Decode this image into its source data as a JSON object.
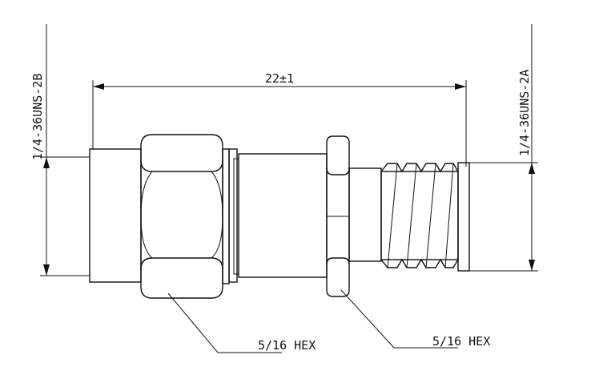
{
  "drawing": {
    "overall_length_label": "22±1",
    "left_thread_label": "1/4-36UNS-2B",
    "right_thread_label": "1/4-36UNS-2A",
    "left_hex_label": "5/16 HEX",
    "right_hex_label": "5/16 HEX"
  }
}
